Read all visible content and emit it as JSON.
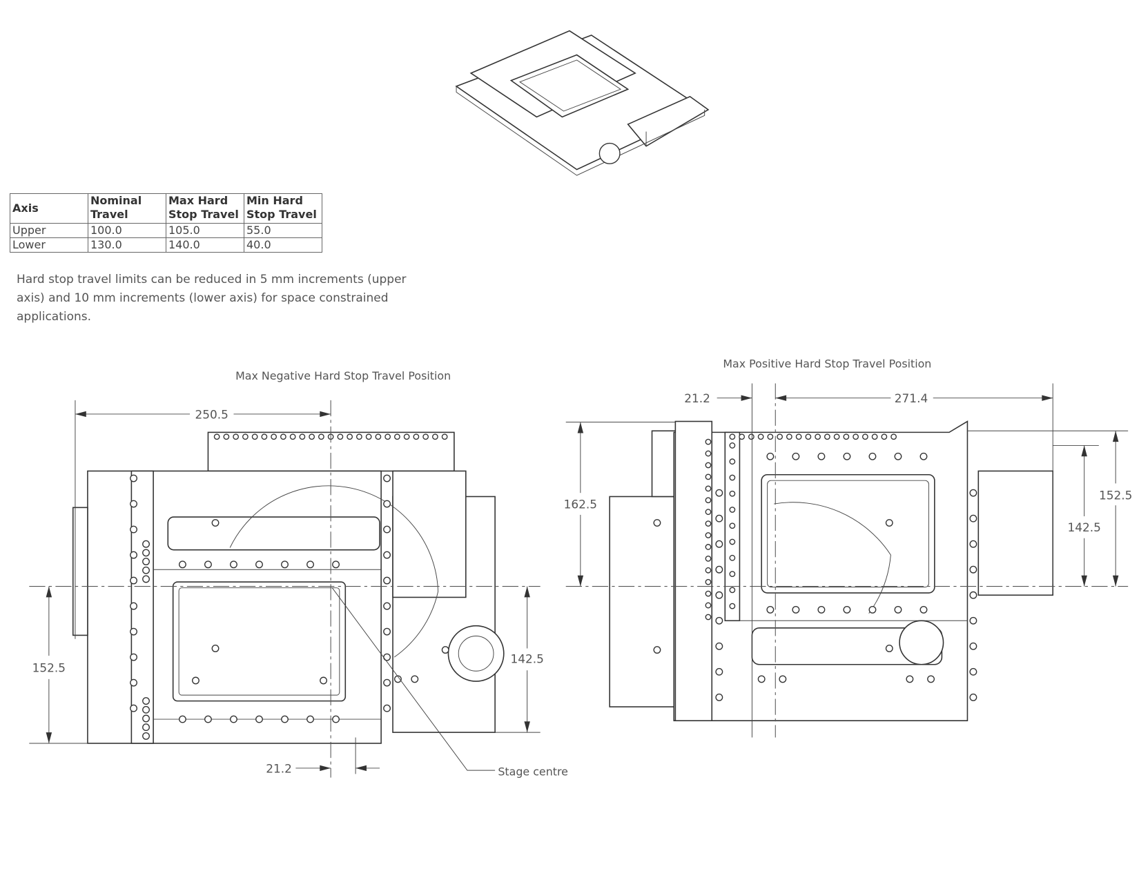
{
  "table": {
    "headers": [
      "Axis",
      "Nominal Travel",
      "Max Hard Stop Travel",
      "Min Hard Stop Travel"
    ],
    "rows": [
      [
        "Upper",
        "100.0",
        "105.0",
        "55.0"
      ],
      [
        "Lower",
        "130.0",
        "140.0",
        "40.0"
      ]
    ]
  },
  "note": "Hard stop travel limits can be reduced in 5 mm increments (upper axis) and 10 mm increments (lower axis) for space constrained applications.",
  "left_view": {
    "title": "Max Negative Hard Stop Travel Position",
    "dims": {
      "width_top": "250.5",
      "height_left": "152.5",
      "height_right": "142.5",
      "offset_bottom": "21.2"
    },
    "callout": "Stage centre"
  },
  "right_view": {
    "title": "Max Positive Hard Stop Travel Position",
    "dims": {
      "offset_top": "21.2",
      "width_top": "271.4",
      "height_left": "162.5",
      "height_right_outer": "152.5",
      "height_right_inner": "142.5"
    }
  }
}
